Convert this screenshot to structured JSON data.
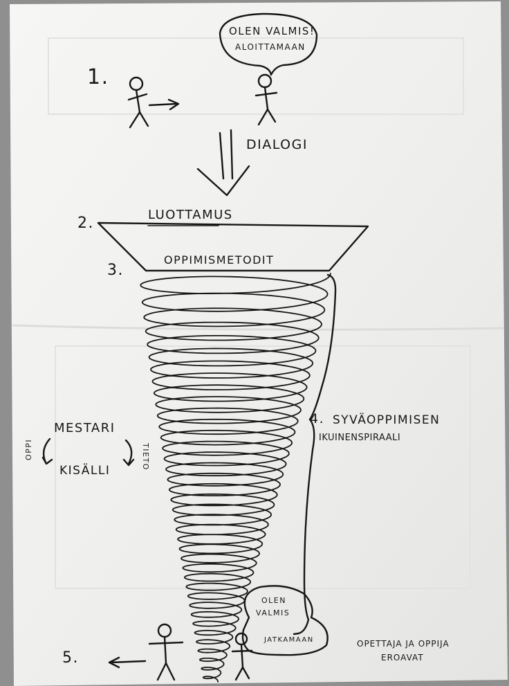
{
  "steps": {
    "one": "1.",
    "two": "2.",
    "three": "3.",
    "four": "4.",
    "five": "5."
  },
  "speech_top": {
    "line1": "OLEN VALMIS!",
    "line2": "ALOITTAMAAN"
  },
  "dialogue_label": "DIALOGI",
  "trust_label": "LUOTTAMUS",
  "methods_label": "OPPIMISMETODIT",
  "spiral_label": {
    "line1": "SYVÄOPPIMISEN",
    "line2": "IKUINENSPIRAALI"
  },
  "master_cycle": {
    "top": "MESTARI",
    "bottom": "KISÄLLI",
    "left": "OPPI",
    "right": "TIETO"
  },
  "speech_bottom": {
    "line1": "OLEN",
    "line2": "VALMIS",
    "line3": "JATKAMAAN"
  },
  "footer_note": {
    "line1": "OPETTAJA JA OPPIJA",
    "line2": "EROAVAT"
  },
  "colors": {
    "ink": "#161616",
    "paper": "#f3f3f1",
    "background": "#8f8f8f"
  }
}
